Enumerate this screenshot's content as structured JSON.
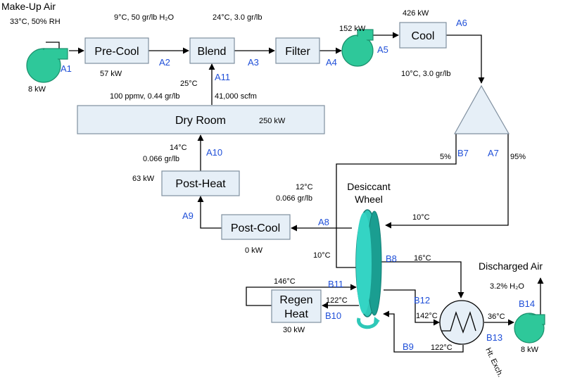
{
  "process_units": {
    "pre_cool": "Pre-Cool",
    "blend": "Blend",
    "filter": "Filter",
    "cool": "Cool",
    "dry_room": "Dry Room",
    "post_heat": "Post-Heat",
    "post_cool": "Post-Cool",
    "regen_heat_line1": "Regen",
    "regen_heat_line2": "Heat",
    "desiccant_wheel_line1": "Desiccant",
    "desiccant_wheel_line2": "Wheel",
    "heat_exchanger": "Ht. Exch."
  },
  "titles": {
    "make_up_air": "Make-Up Air",
    "discharged_air": "Discharged Air"
  },
  "stream_tags": {
    "a1": "A1",
    "a2": "A2",
    "a3": "A3",
    "a4": "A4",
    "a5": "A5",
    "a6": "A6",
    "a7": "A7",
    "a8": "A8",
    "a9": "A9",
    "a10": "A10",
    "a11": "A11",
    "b7": "B7",
    "b8": "B8",
    "b9": "B9",
    "b10": "B10",
    "b11": "B11",
    "b12": "B12",
    "b13": "B13",
    "b14": "B14"
  },
  "conditions": {
    "make_up_air": "33°C, 50% RH",
    "a2": "9°C, 50 gr/lb H₂O",
    "a3": "24°C, 3.0 gr/lb",
    "a6": "10°C, 3.0 gr/lb",
    "a11_temp": "25°C",
    "a11_humidity": "100 ppmv, 0.44 gr/lb",
    "a11_flow": "41,000 scfm",
    "a10_temp": "14°C",
    "a10_humidity": "0.066 gr/lb",
    "a8_temp": "12°C",
    "a8_humidity": "0.066 gr/lb",
    "split_b7": "5%",
    "split_a7": "95%",
    "a7_temp": "10°C",
    "b7_temp": "10°C",
    "b8_temp": "16°C",
    "b11_temp": "146°C",
    "b10_temp": "122°C",
    "b12_temp": "142°C",
    "b9_temp": "122°C",
    "b13_temp": "36°C",
    "b14_humidity": "3.2% H₂O"
  },
  "power": {
    "fan_a1": "8 kW",
    "pre_cool": "57 kW",
    "fan_a4": "152 kW",
    "cool": "426 kW",
    "dry_room": "250 kW",
    "post_heat": "63 kW",
    "post_cool": "0 kW",
    "regen_heat": "30 kW",
    "fan_b13": "8 kW"
  },
  "colors": {
    "fan": "#2ec89a",
    "wheel": "#2ec8b8",
    "box": "#e6eff7",
    "tag": "#1f4fd8"
  }
}
